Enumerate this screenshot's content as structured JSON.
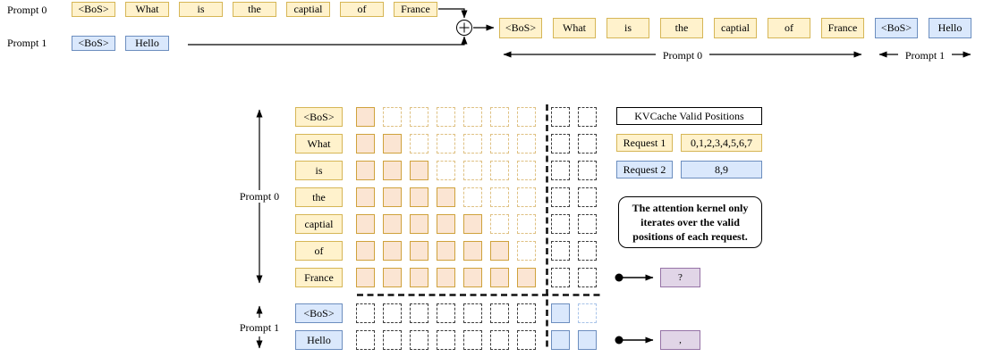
{
  "top": {
    "prompt0_label": "Prompt 0",
    "prompt1_label": "Prompt 1",
    "prompt0_tokens": [
      "<BoS>",
      "What",
      "is",
      "the",
      "captial",
      "of",
      "France"
    ],
    "prompt1_tokens": [
      "<BoS>",
      "Hello"
    ],
    "concat_symbol": "+",
    "merged_tokens": [
      {
        "label": "<BoS>",
        "type": "yellow"
      },
      {
        "label": "What",
        "type": "yellow"
      },
      {
        "label": "is",
        "type": "yellow"
      },
      {
        "label": "the",
        "type": "yellow"
      },
      {
        "label": "captial",
        "type": "yellow"
      },
      {
        "label": "of",
        "type": "yellow"
      },
      {
        "label": "France",
        "type": "yellow"
      },
      {
        "label": "<BoS>",
        "type": "blue"
      },
      {
        "label": "Hello",
        "type": "blue"
      }
    ],
    "span0_label": "Prompt 0",
    "span1_label": "Prompt 1"
  },
  "grid": {
    "prompt0_axis_label": "Prompt 0",
    "prompt1_axis_label": "Prompt 1",
    "columns": [
      "yellow",
      "yellow",
      "yellow",
      "yellow",
      "yellow",
      "yellow",
      "yellow",
      "blue",
      "blue"
    ],
    "rows": [
      {
        "label": "<BoS>",
        "type": "yellow"
      },
      {
        "label": "What",
        "type": "yellow"
      },
      {
        "label": "is",
        "type": "yellow"
      },
      {
        "label": "the",
        "type": "yellow"
      },
      {
        "label": "captial",
        "type": "yellow"
      },
      {
        "label": "of",
        "type": "yellow"
      },
      {
        "label": "France",
        "type": "yellow"
      },
      {
        "label": "<BoS>",
        "type": "blue"
      },
      {
        "label": "Hello",
        "type": "blue"
      }
    ],
    "cells": [
      [
        "o",
        "y",
        "y",
        "y",
        "y",
        "y",
        "y",
        "k",
        "k"
      ],
      [
        "o",
        "o",
        "y",
        "y",
        "y",
        "y",
        "y",
        "k",
        "k"
      ],
      [
        "o",
        "o",
        "o",
        "y",
        "y",
        "y",
        "y",
        "k",
        "k"
      ],
      [
        "o",
        "o",
        "o",
        "o",
        "y",
        "y",
        "y",
        "k",
        "k"
      ],
      [
        "o",
        "o",
        "o",
        "o",
        "o",
        "y",
        "y",
        "k",
        "k"
      ],
      [
        "o",
        "o",
        "o",
        "o",
        "o",
        "o",
        "y",
        "k",
        "k"
      ],
      [
        "o",
        "o",
        "o",
        "o",
        "o",
        "o",
        "o",
        "k",
        "k"
      ],
      [
        "k",
        "k",
        "k",
        "k",
        "k",
        "k",
        "k",
        "b",
        "db"
      ],
      [
        "k",
        "k",
        "k",
        "k",
        "k",
        "k",
        "k",
        "b",
        "b"
      ]
    ]
  },
  "kvcache": {
    "title": "KVCache Valid Positions",
    "requests": [
      {
        "label": "Request 1",
        "positions": "0,1,2,3,4,5,6,7",
        "type": "yellow"
      },
      {
        "label": "Request 2",
        "positions": "8,9",
        "type": "blue"
      }
    ],
    "note": "The attention kernel only iterates over the valid positions of each request."
  },
  "outputs": [
    {
      "label": "?"
    },
    {
      "label": ","
    }
  ],
  "colors": {
    "yellow_fill": "#FFF2CC",
    "yellow_border": "#D6B656",
    "blue_fill": "#DAE8FC",
    "blue_border": "#6C8EBF",
    "attended_fill": "#FBE5D3",
    "attended_border": "#CFA23C",
    "purple_fill": "#E1D5E7",
    "purple_border": "#9673A6"
  }
}
